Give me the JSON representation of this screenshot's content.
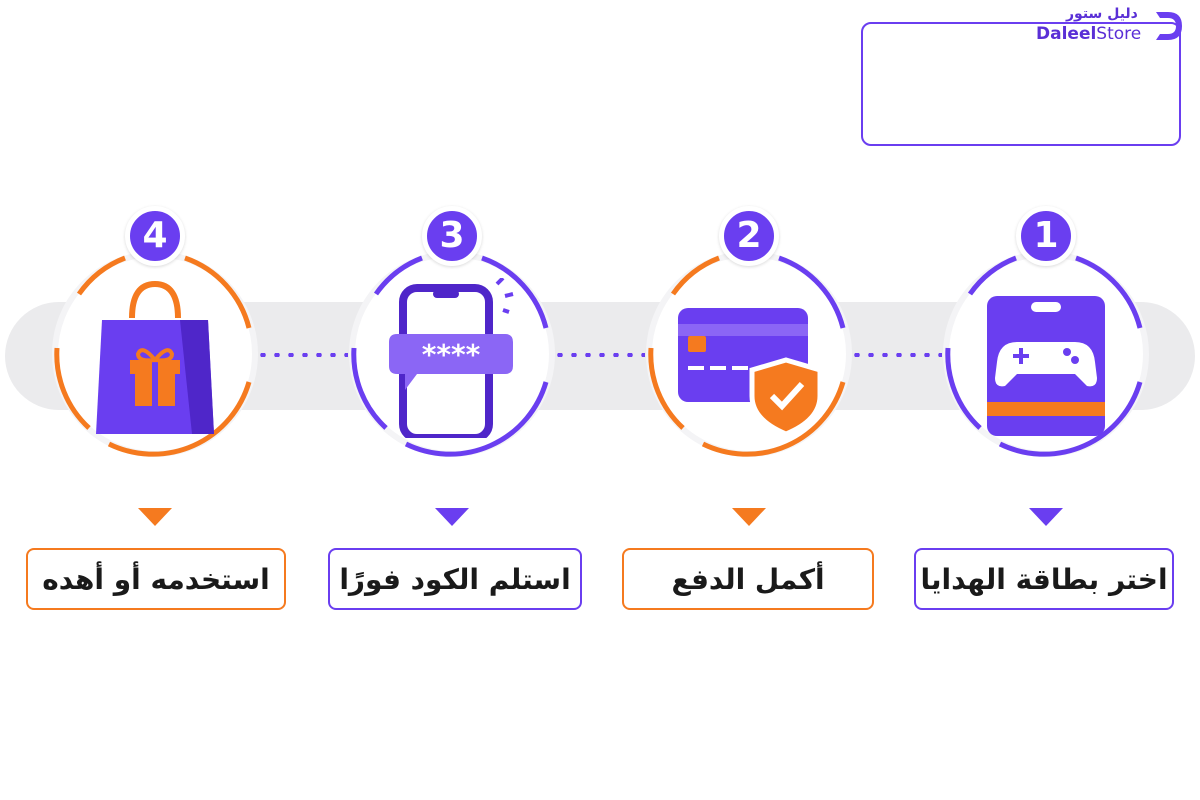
{
  "brand": {
    "name_ar": "دليل ستور",
    "name_en_bold": "Daleel",
    "name_en_light": "Store",
    "color_primary": "#6a3ef0",
    "color_accent": "#f57a1f"
  },
  "steps": [
    {
      "number": "1",
      "label": "اختر بطاقة الهدايا",
      "icon": "gamepad-gift-card-icon",
      "ring_color": "#6a3ef0"
    },
    {
      "number": "2",
      "label": "أكمل الدفع",
      "icon": "credit-card-shield-icon",
      "ring_color": "#f57a1f"
    },
    {
      "number": "3",
      "label": "استلم الكود فورًا",
      "icon": "phone-code-icon",
      "ring_color": "#6a3ef0"
    },
    {
      "number": "4",
      "label": "استخدمه أو أهده",
      "icon": "shopping-bag-gift-icon",
      "ring_color": "#f57a1f"
    }
  ],
  "code_mask": "****"
}
